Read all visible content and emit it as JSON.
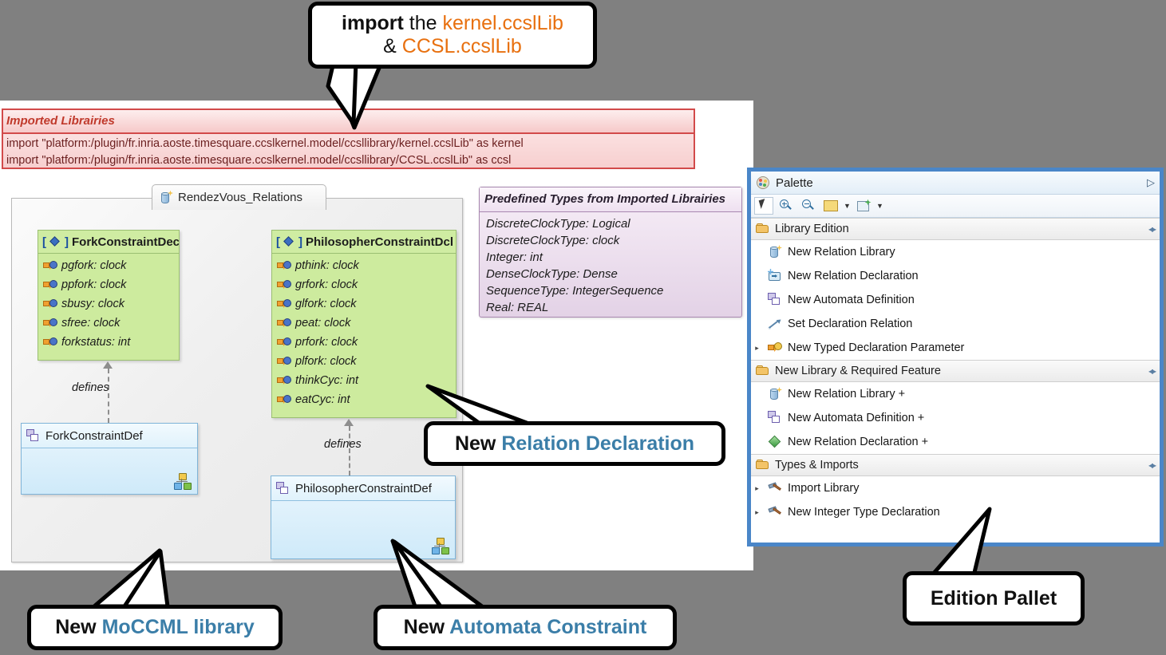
{
  "background_color": "#808080",
  "editor": {
    "imported_libraries": {
      "title": "Imported Librairies",
      "lines": [
        "import \"platform:/plugin/fr.inria.aoste.timesquare.ccslkernel.model/ccsllibrary/kernel.ccslLib\" as kernel",
        "import \"platform:/plugin/fr.inria.aoste.timesquare.ccslkernel.model/ccsllibrary/CCSL.ccslLib\" as ccsl"
      ],
      "border_color": "#d24a4a",
      "title_color": "#c0392b"
    },
    "diagram": {
      "tab_label": "RendezVous_Relations",
      "tab_icon": "library-icon",
      "declarations": [
        {
          "name": "ForkConstraintDecl",
          "icon": "diamond-icon",
          "bracket_left": "[",
          "bracket_right": "]",
          "attributes": [
            "pgfork: clock",
            "ppfork: clock",
            "sbusy: clock",
            "sfree: clock",
            "forkstatus: int"
          ]
        },
        {
          "name": "PhilosopherConstraintDcl",
          "icon": "diamond-icon",
          "bracket_left": "[",
          "bracket_right": "]",
          "attributes": [
            "pthink: clock",
            "grfork: clock",
            "glfork: clock",
            "peat: clock",
            "prfork: clock",
            "plfork: clock",
            "thinkCyc: int",
            "eatCyc: int"
          ]
        }
      ],
      "definitions": [
        {
          "name": "ForkConstraintDef",
          "icon": "automata-icon"
        },
        {
          "name": "PhilosopherConstraintDef",
          "icon": "automata-icon"
        }
      ],
      "relation_labels": [
        "defines",
        "defines"
      ]
    },
    "predefined_types": {
      "title": "Predefined Types from Imported Librairies",
      "lines": [
        "DiscreteClockType: Logical",
        "DiscreteClockType: clock",
        "Integer: int",
        "DenseClockType: Dense",
        "SequenceType: IntegerSequence",
        "Real: REAL"
      ]
    }
  },
  "palette": {
    "title": "Palette",
    "title_icon": "palette-icon",
    "collapse_icon": "chevron-right-icon",
    "border_color": "#4a86c8",
    "toolbar": [
      {
        "icon": "select-cursor-icon",
        "selected": true
      },
      {
        "icon": "zoom-in-icon",
        "selected": false
      },
      {
        "icon": "zoom-out-icon",
        "selected": false
      },
      {
        "icon": "note-icon",
        "selected": false,
        "caret": true
      },
      {
        "icon": "sticky-note-icon",
        "selected": false,
        "caret": true
      }
    ],
    "groups": [
      {
        "label": "Library Edition",
        "icon": "folder-open-icon",
        "items": [
          {
            "label": "New Relation Library",
            "icon": "library-icon",
            "expandable": false
          },
          {
            "label": "New Relation Declaration",
            "icon": "relation-declaration-icon",
            "expandable": false
          },
          {
            "label": "New Automata Definition",
            "icon": "automata-icon",
            "expandable": false
          },
          {
            "label": "Set Declaration Relation",
            "icon": "set-relation-icon",
            "expandable": false
          },
          {
            "label": "New Typed Declaration Parameter",
            "icon": "typed-parameter-icon",
            "expandable": true
          }
        ]
      },
      {
        "label": "New Library & Required Feature",
        "icon": "folder-open-icon",
        "items": [
          {
            "label": "New Relation Library +",
            "icon": "library-icon",
            "expandable": false
          },
          {
            "label": "New Automata Definition +",
            "icon": "automata-icon",
            "expandable": false
          },
          {
            "label": "New Relation Declaration +",
            "icon": "green-diamond-icon",
            "expandable": false
          }
        ]
      },
      {
        "label": "Types & Imports",
        "icon": "folder-open-icon",
        "items": [
          {
            "label": "Import Library",
            "icon": "hammer-icon",
            "expandable": true
          },
          {
            "label": "New Integer Type Declaration",
            "icon": "hammer-icon",
            "expandable": true
          }
        ]
      }
    ]
  },
  "callouts": {
    "import": {
      "line1_bold": "import",
      "line1_plain": " the ",
      "line1_accent": "kernel.ccslLib",
      "line2_plain": "& ",
      "line2_accent": "CCSL.ccslLib",
      "accent_color": "#e8700f"
    },
    "relation_declaration": {
      "prefix": "New ",
      "accent": "Relation Declaration",
      "accent_color": "#3b7ea8"
    },
    "moccml_library": {
      "prefix": "New ",
      "accent": "MoCCML library",
      "accent_color": "#3b7ea8"
    },
    "automata_constraint": {
      "prefix": "New ",
      "accent": "Automata Constraint",
      "accent_color": "#3b7ea8"
    },
    "edition_pallet": {
      "text": "Edition Pallet"
    }
  }
}
